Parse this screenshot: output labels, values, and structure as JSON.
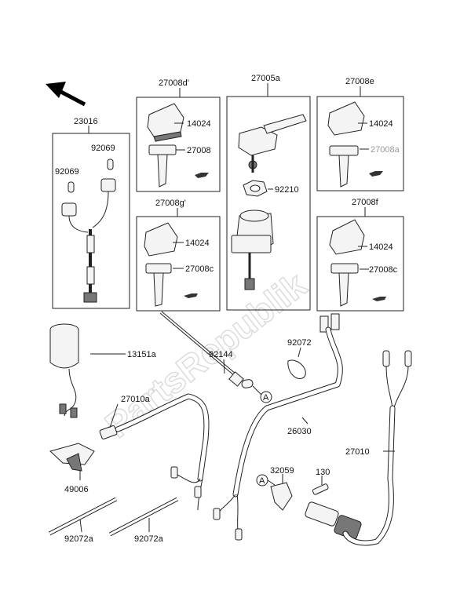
{
  "watermark": "PartsRepublik",
  "callouts": {
    "c23016": "23016",
    "c92069a": "92069",
    "c92069b": "92069",
    "c27008d": "27008d'",
    "c14024a": "14024",
    "c27008a": "27008",
    "c27008g": "27008g'",
    "c14024b": "14024",
    "c27008c1": "27008c",
    "c27005a": "27005a",
    "c92210": "92210",
    "c27008e": "27008e",
    "c14024c": "14024",
    "c27008a2": "27008a",
    "c27008f": "27008f",
    "c14024d": "14024",
    "c27008c2": "27008c",
    "c13151a": "13151a",
    "c92144": "92144",
    "c92072": "92072",
    "c27010a": "27010a",
    "c26030": "26030",
    "c49006": "49006",
    "c32059": "32059",
    "c130": "130",
    "c27010": "27010",
    "c92072a1": "92072a",
    "c92072a2": "92072a",
    "refA1": "A",
    "refA2": "A"
  }
}
